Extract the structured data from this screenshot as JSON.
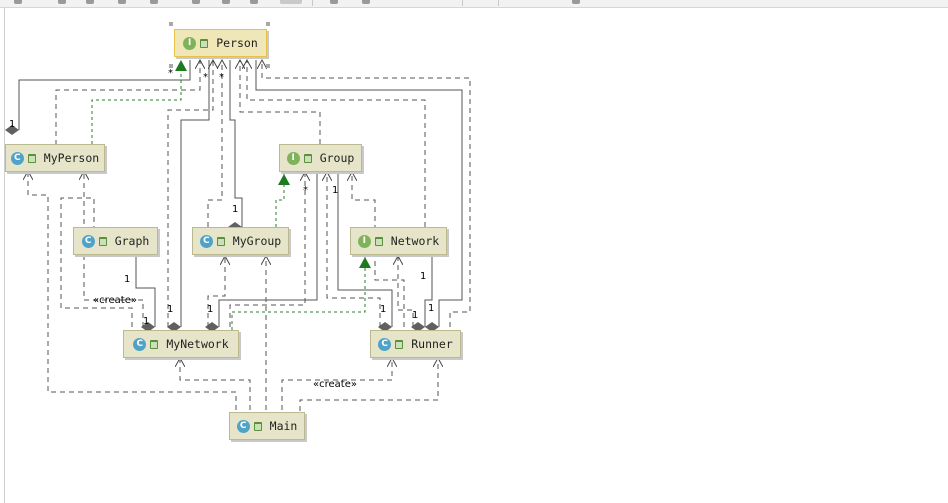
{
  "diagram": {
    "type": "uml-class-diagram",
    "nodes": [
      {
        "id": "person",
        "label": "Person",
        "kind": "I",
        "selected": true
      },
      {
        "id": "myperson",
        "label": "MyPerson",
        "kind": "C"
      },
      {
        "id": "group",
        "label": "Group",
        "kind": "I"
      },
      {
        "id": "graph",
        "label": "Graph",
        "kind": "C"
      },
      {
        "id": "mygroup",
        "label": "MyGroup",
        "kind": "C"
      },
      {
        "id": "network",
        "label": "Network",
        "kind": "I"
      },
      {
        "id": "mynetwork",
        "label": "MyNetwork",
        "kind": "C"
      },
      {
        "id": "runner",
        "label": "Runner",
        "kind": "C"
      },
      {
        "id": "main",
        "label": "Main",
        "kind": "C"
      }
    ],
    "edge_labels": {
      "create": "«create»",
      "one": "1",
      "many": "*"
    },
    "colors": {
      "node_fill": "#e7e5c9",
      "selected_fill": "#efe7b8",
      "interface_badge": "#7fb35a",
      "class_badge": "#4fa3c8",
      "realization": "#2a7d2a",
      "association": "#555555"
    }
  }
}
